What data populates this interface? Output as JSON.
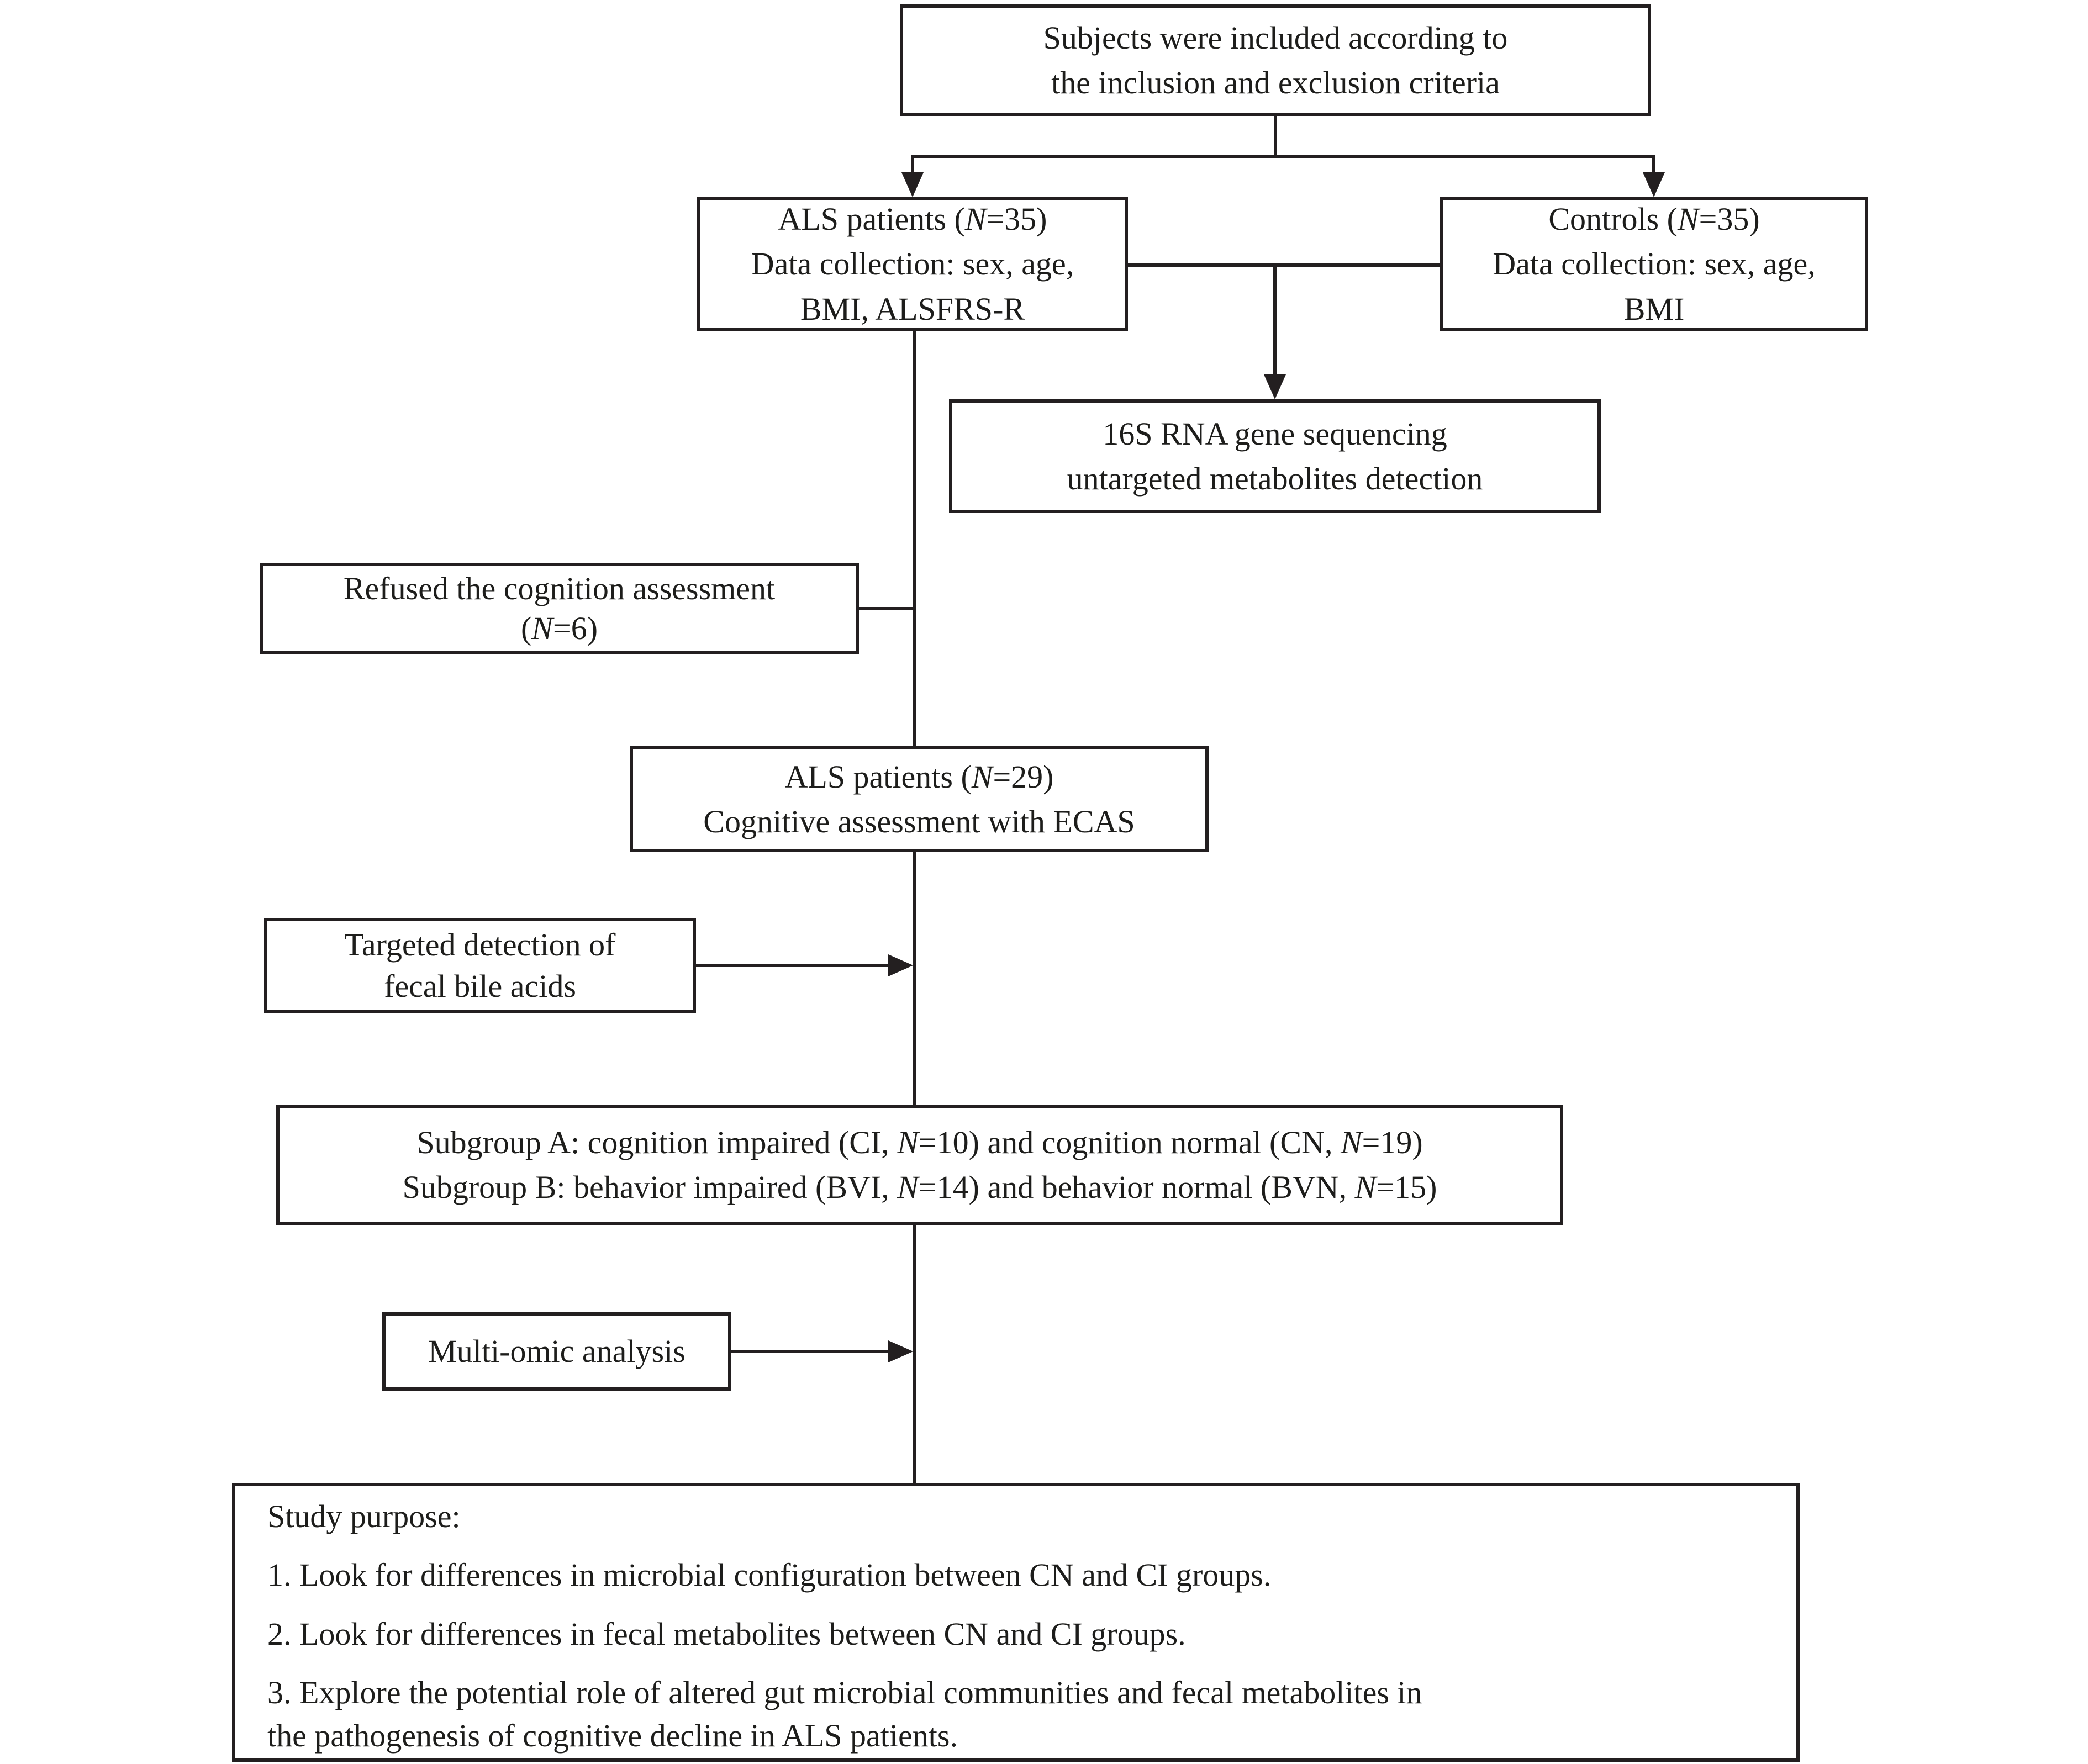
{
  "figure": {
    "background": "#ffffff",
    "line_color": "#231f20"
  },
  "boxes": {
    "inclusion": {
      "lines": [
        "Subjects were included according to",
        "the inclusion and exclusion criteria"
      ]
    },
    "als_patients": {
      "lines": [
        "ALS patients (N=35)",
        "Data collection: sex, age,",
        "BMI, ALSFRS-R"
      ]
    },
    "controls": {
      "lines": [
        "Controls (N=35)",
        "Data collection: sex, age,",
        "BMI"
      ]
    },
    "sequencing": {
      "lines": [
        "16S RNA gene sequencing",
        "untargeted metabolites detection"
      ]
    },
    "refused": {
      "lines": [
        "Refused the cognition assessment",
        "(N=6)"
      ]
    },
    "ecas": {
      "lines": [
        "ALS patients (N=29)",
        "Cognitive assessment with ECAS"
      ]
    },
    "bile_acids": {
      "lines": [
        "Targeted detection of",
        "fecal bile acids"
      ]
    },
    "subgroups": {
      "lines": [
        "Subgroup A: cognition impaired (CI, N=10) and cognition normal (CN, N=19)",
        "Subgroup B: behavior impaired (BVI, N=14) and behavior normal (BVN, N=15)"
      ]
    },
    "multiomic": {
      "lines": [
        "Multi-omic analysis"
      ]
    },
    "purpose": {
      "title": "Study purpose:",
      "items": [
        "1. Look for differences in microbial configuration between CN and CI groups.",
        "2. Look for differences in fecal metabolites between CN and CI groups.",
        "3. Explore the potential role of altered gut microbial communities and fecal metabolites in",
        "the pathogenesis of cognitive decline in ALS patients."
      ]
    }
  }
}
